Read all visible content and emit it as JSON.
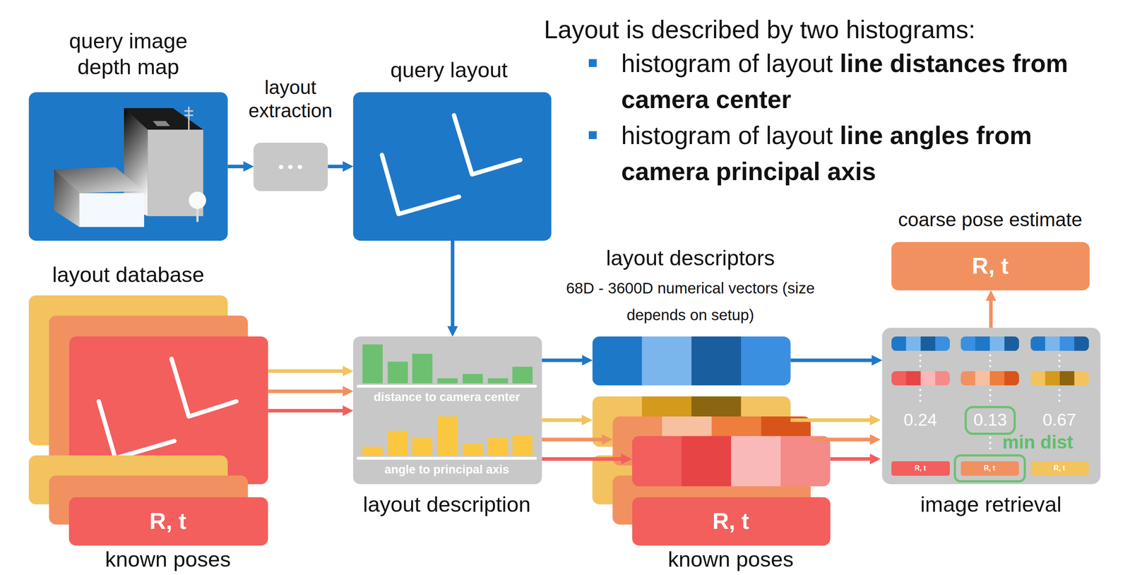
{
  "diagram": {
    "nodes": [
      {
        "text": [
          "query image depth map"
        ]
      },
      {
        "text": [
          "layout extraction",
          "• • •"
        ]
      },
      {
        "text": [
          "query layout"
        ]
      },
      {
        "text": [
          "coarse pose estimate",
          "R, t"
        ]
      },
      {
        "text": [
          "layout database"
        ]
      },
      {
        "text": [
          "R, t",
          "known poses"
        ]
      },
      {
        "text": [
          "distance to camera center",
          "angle to principal axis",
          "layout description"
        ]
      },
      {
        "text": [
          "layout descriptors",
          "68D - 3600D numerical vectors (size depends on setup)"
        ]
      },
      {
        "text": [
          "R, t",
          "known poses"
        ]
      },
      {
        "text": [
          "image retrieval"
        ]
      },
      {
        "text": [
          "R, t"
        ],
        "in": 9
      },
      {
        "text": [
          "R, t"
        ],
        "in": 9
      },
      {
        "text": [
          "R, t"
        ],
        "in": 9
      }
    ],
    "edges": [
      {
        "from": 0,
        "to": 1,
        "arrow": "to"
      },
      {
        "from": 1,
        "to": 2,
        "arrow": "to"
      },
      {
        "from": 2,
        "to": 6,
        "arrow": "to"
      },
      {
        "from": 4,
        "to": 6,
        "arrow": "to"
      },
      {
        "from": 4,
        "to": 6,
        "arrow": "to"
      },
      {
        "from": 4,
        "to": 6,
        "arrow": "to"
      },
      {
        "from": 6,
        "to": 7,
        "arrow": "to"
      },
      {
        "from": 7,
        "to": 9,
        "arrow": "to"
      },
      {
        "from": 9,
        "to": 3,
        "arrow": "to"
      }
    ],
    "labels": [
      "Layout is described by two histograms:",
      "histogram of layout",
      "line distances from camera center",
      "histogram of layout",
      "line angles from camera principal axis",
      "0.24",
      "0.13",
      "0.67",
      "min dist"
    ]
  }
}
